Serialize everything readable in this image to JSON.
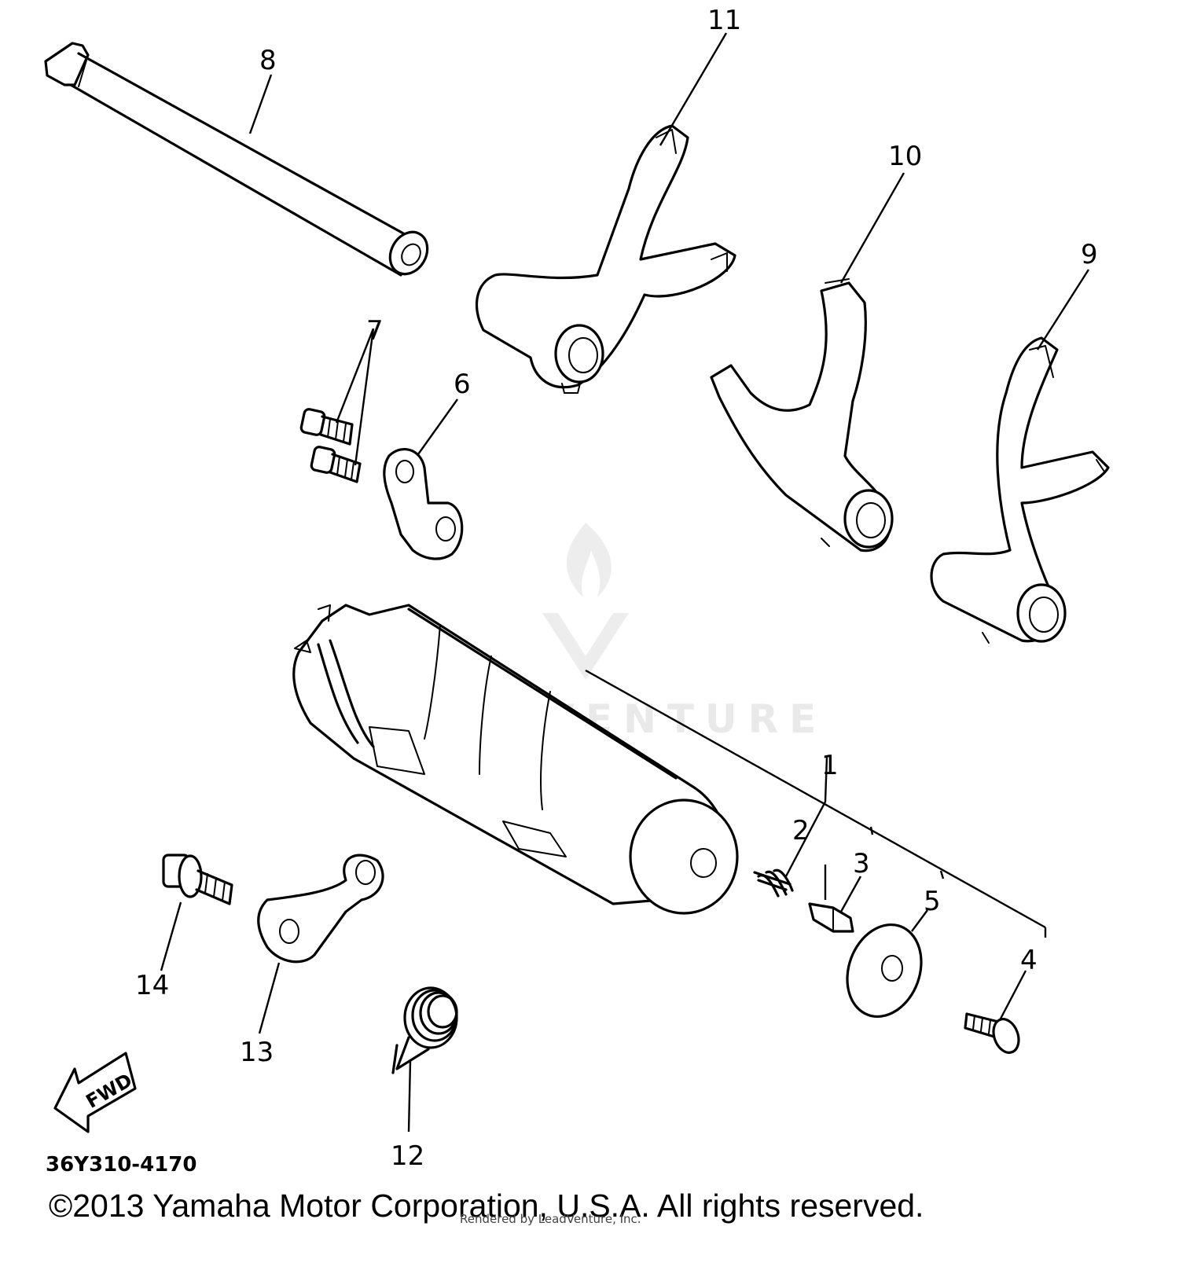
{
  "catalog_number": "36Y310-4170",
  "copyright": "©2013 Yamaha Motor Corporation, U.S.A. All rights reserved.",
  "watermark": {
    "brand": "LEADVENTURE",
    "overlay": "Rendered by LeadVenture, Inc."
  },
  "fwd_label": "FWD",
  "callouts": [
    "1",
    "2",
    "3",
    "4",
    "5",
    "6",
    "7",
    "8",
    "9",
    "10",
    "11",
    "12",
    "13",
    "14"
  ],
  "icons": {
    "fwd_arrow": "fwd-arrow-icon",
    "watermark_logo": "flame-chevron-logo"
  }
}
